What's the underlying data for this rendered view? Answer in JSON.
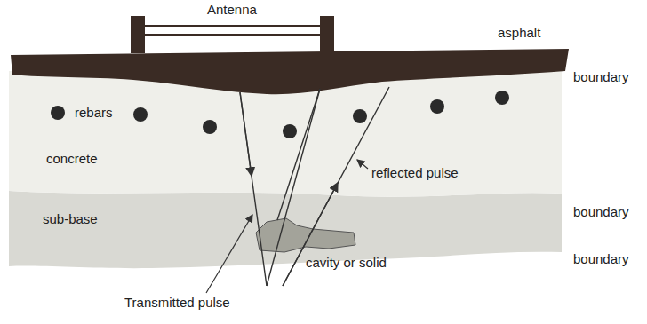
{
  "diagram": {
    "labels": [
      "Antenna",
      "asphalt",
      "boundary",
      "rebars",
      "concrete",
      "reflected pulse",
      "boundary",
      "sub-base",
      "cavity or solid",
      "boundary",
      "Transmitted pulse"
    ]
  }
}
